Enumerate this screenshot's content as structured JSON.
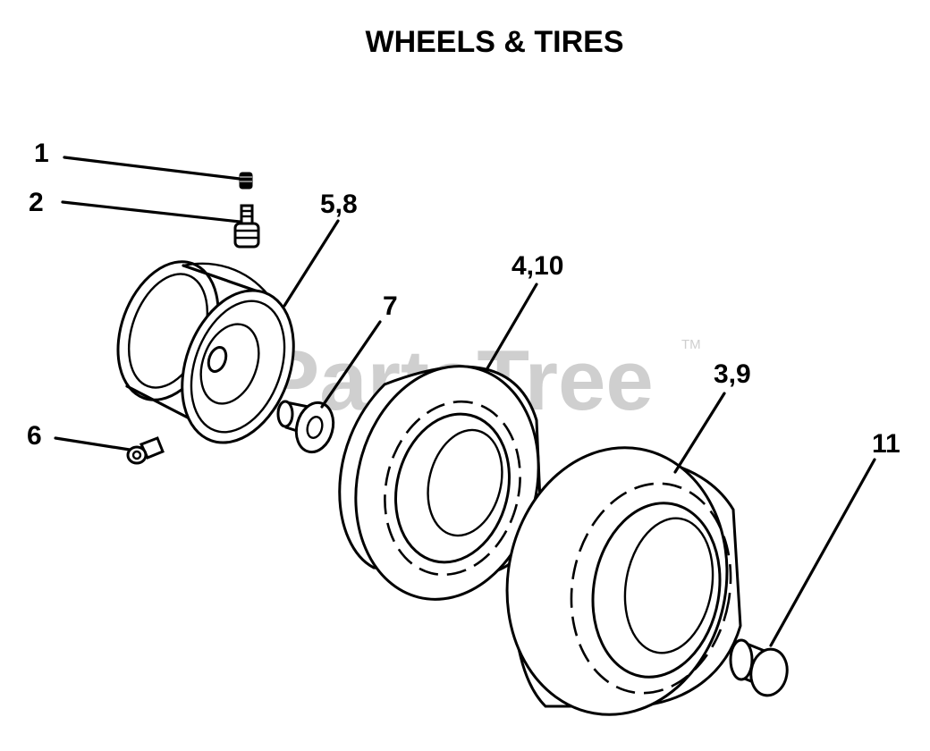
{
  "title": "WHEELS & TIRES",
  "watermark": {
    "text": "PartsTree",
    "trademark": "TM"
  },
  "callouts": [
    {
      "id": "valve-cap",
      "label": "1"
    },
    {
      "id": "valve-stem",
      "label": "2"
    },
    {
      "id": "rim",
      "label": "5,8"
    },
    {
      "id": "bushing",
      "label": "7"
    },
    {
      "id": "tire-front",
      "label": "4,10"
    },
    {
      "id": "tire-rear",
      "label": "3,9"
    },
    {
      "id": "screw",
      "label": "6"
    },
    {
      "id": "hub-cap",
      "label": "11"
    }
  ]
}
